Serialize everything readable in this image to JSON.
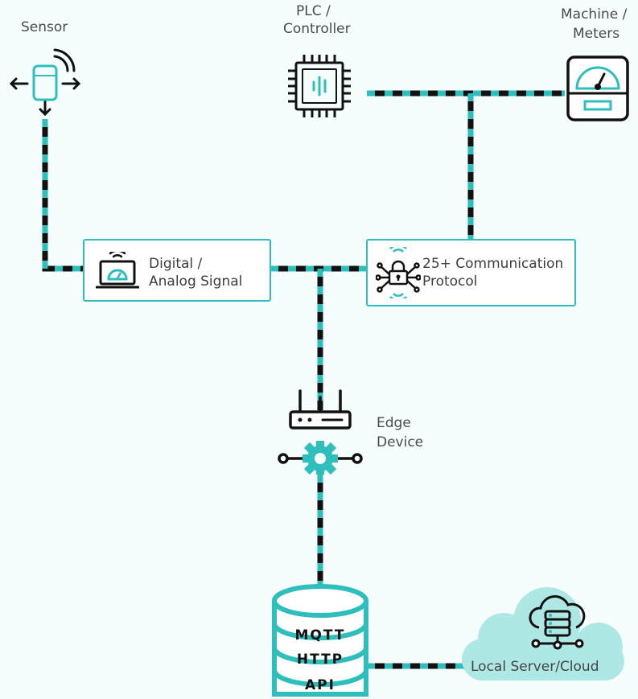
{
  "nodes": {
    "sensor": "Sensor",
    "plc_line1": "PLC /",
    "plc_line2": "Controller",
    "machine_line1": "Machine /",
    "machine_line2": "Meters",
    "signal_line1": "Digital /",
    "signal_line2": "Analog Signal",
    "protocol_line1": "25+ Communication",
    "protocol_line2": "Protocol",
    "edge_line1": "Edge",
    "edge_line2": "Device",
    "cloud": "Local Server/Cloud"
  },
  "database_layers": [
    "MQTT",
    "HTTP",
    "API"
  ],
  "colors": {
    "accent": "#2ebfbd",
    "line_dark": "#111111",
    "cloud_fill": "#aee8e4",
    "background": "#f6fdfd"
  },
  "icons": [
    "sensor-icon",
    "cpu-chip-icon",
    "gauge-meter-icon",
    "laptop-gauge-icon",
    "network-lock-icon",
    "router-gear-icon",
    "database-icon",
    "cloud-server-icon"
  ]
}
